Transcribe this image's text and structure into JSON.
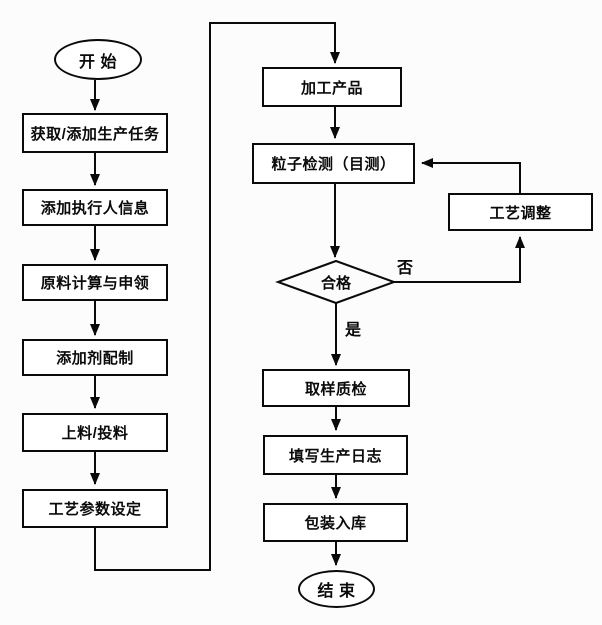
{
  "diagram": {
    "title": "production-process-flowchart",
    "nodes": {
      "start": "开 始",
      "get_task": "获取/添加生产任务",
      "add_executor": "添加执行人信息",
      "material_calc": "原料计算与申领",
      "additive_prep": "添加剂配制",
      "feeding": "上料/投料",
      "process_params": "工艺参数设定",
      "process_product": "加工产品",
      "particle_inspect": "粒子检测（目测）",
      "qualified": "合格",
      "process_adjust": "工艺调整",
      "sampling_qc": "取样质检",
      "fill_log": "填写生产日志",
      "packaging": "包装入库",
      "end": "结 束"
    },
    "edge_labels": {
      "no": "否",
      "yes": "是"
    },
    "colors": {
      "stroke": "#0a0a0a",
      "node_fill": "#ffffff",
      "background": "#fcfcfc"
    }
  }
}
